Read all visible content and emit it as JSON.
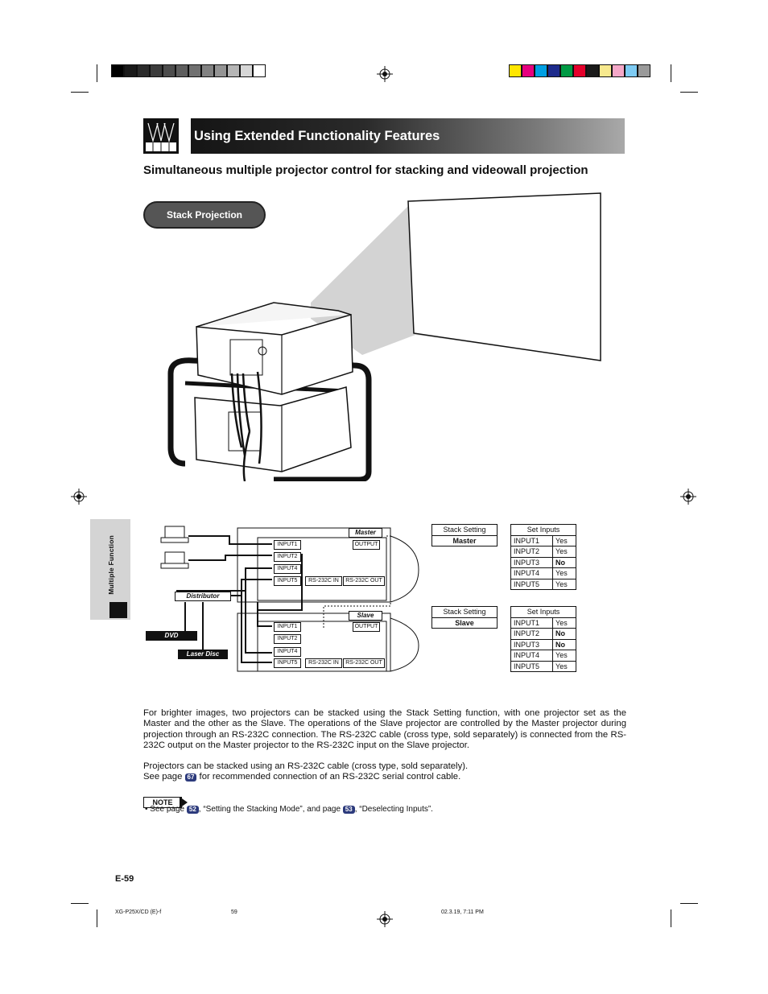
{
  "header": {
    "title": "Using Extended Functionality Features",
    "icon": "projector-array-icon"
  },
  "subtitle": "Simultaneous multiple projector control for stacking and videowall projection",
  "pill_label": "Stack Projection",
  "sidebar_label": "Multiple Function",
  "diagram": {
    "master_label": "Master",
    "slave_label": "Slave",
    "distributor_label": "Distributor",
    "dvd_label": "DVD",
    "laser_disc_label": "Laser Disc",
    "master_ports": [
      "INPUT1",
      "INPUT2",
      "INPUT4",
      "INPUT5"
    ],
    "slave_ports": [
      "INPUT1",
      "INPUT2",
      "INPUT4",
      "INPUT5"
    ],
    "output_label": "OUTPUT",
    "rs_in": "RS-232C IN",
    "rs_out": "RS-232C OUT"
  },
  "master_setting": {
    "header": "Stack Setting",
    "value": "Master"
  },
  "slave_setting": {
    "header": "Stack Setting",
    "value": "Slave"
  },
  "master_inputs": {
    "header": "Set Inputs",
    "rows": [
      {
        "name": "INPUT1",
        "val": "Yes"
      },
      {
        "name": "INPUT2",
        "val": "Yes"
      },
      {
        "name": "INPUT3",
        "val": "No"
      },
      {
        "name": "INPUT4",
        "val": "Yes"
      },
      {
        "name": "INPUT5",
        "val": "Yes"
      }
    ]
  },
  "slave_inputs": {
    "header": "Set Inputs",
    "rows": [
      {
        "name": "INPUT1",
        "val": "Yes"
      },
      {
        "name": "INPUT2",
        "val": "No"
      },
      {
        "name": "INPUT3",
        "val": "No"
      },
      {
        "name": "INPUT4",
        "val": "Yes"
      },
      {
        "name": "INPUT5",
        "val": "Yes"
      }
    ]
  },
  "paragraph1": "For brighter images, two projectors can be stacked using the Stack Setting function, with one projector set as the Master and the other as the Slave. The operations of the Slave projector are controlled by the Master projector during projection through an RS-232C connection. The RS-232C cable (cross type, sold separately) is connected from the RS-232C output on the Master projector to the RS-232C input on the Slave projector.",
  "paragraph2a": "Projectors can be stacked using an RS-232C cable (cross type, sold separately).",
  "paragraph2b_pre": "See page ",
  "paragraph2b_ref": "67",
  "paragraph2b_post": " for recommended connection of an RS-232C serial control cable.",
  "note": {
    "tag": "NOTE",
    "pre": "•  See page ",
    "ref1": "52",
    "mid": ", “Setting the Stacking Mode”, and page ",
    "ref2": "53",
    "post": ", “Deselecting Inputs”."
  },
  "page_number": "E-59",
  "footer": {
    "left": "XG-P25X/CD (E)-f",
    "center": "59",
    "right": "02.3.19, 7:11 PM"
  },
  "colors": {
    "bar_left": [
      "#000000",
      "#1a1a1a",
      "#2b2b2b",
      "#3c3c3c",
      "#4d4d4d",
      "#5e5e5e",
      "#707070",
      "#828282",
      "#949494",
      "#b5b5b5",
      "#d6d6d6",
      "#ffffff"
    ],
    "bar_right": [
      "#ffe600",
      "#e6007e",
      "#009fe3",
      "#1d2b8c",
      "#009a44",
      "#e4002b",
      "#1a1a1a",
      "#f7e98e",
      "#f5a8c8",
      "#7ecbf3",
      "#9a9a9a"
    ]
  }
}
